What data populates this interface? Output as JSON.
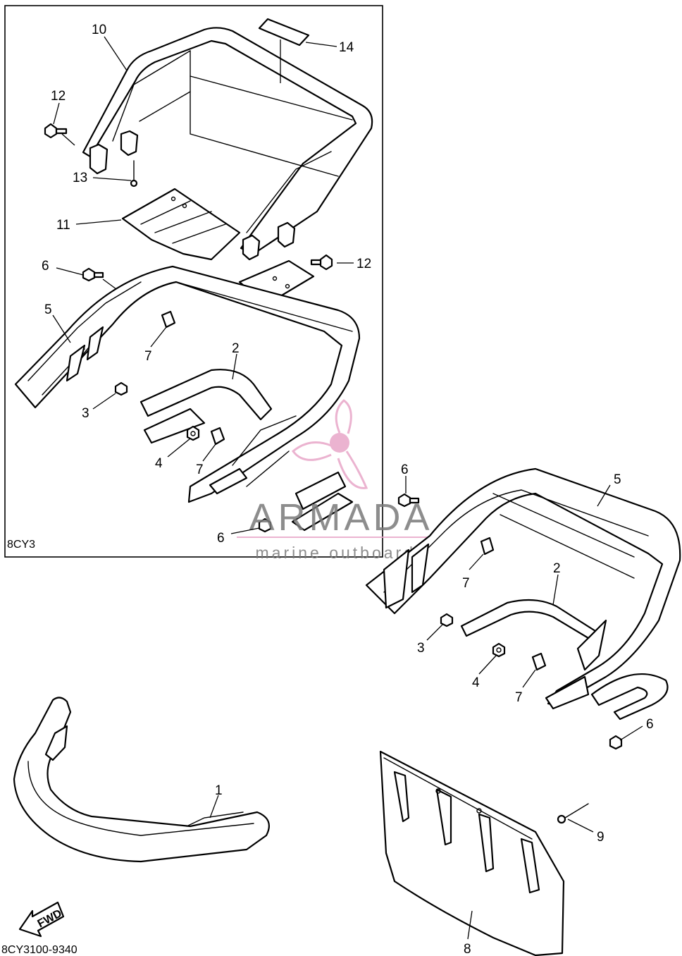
{
  "inset": {
    "code": "8CY3"
  },
  "footer": {
    "code": "8CY3100-9340",
    "fwd_label": "FWD"
  },
  "watermark": {
    "brand": "ARMADA",
    "tagline": "marine outboards",
    "color": "#e8a6c8"
  },
  "callouts": {
    "c14": "14",
    "c10": "10",
    "c12a": "12",
    "c13": "13",
    "c11": "11",
    "c12b": "12",
    "c6a": "6",
    "c5a": "5",
    "c7a": "7",
    "c2a": "2",
    "c3a": "3",
    "c4a": "4",
    "c7b": "7",
    "c6b": "6",
    "c6c": "6",
    "c5b": "5",
    "c7c": "7",
    "c2b": "2",
    "c3b": "3",
    "c4b": "4",
    "c7d": "7",
    "c6d": "6",
    "c1": "1",
    "c9": "9",
    "c8": "8"
  }
}
